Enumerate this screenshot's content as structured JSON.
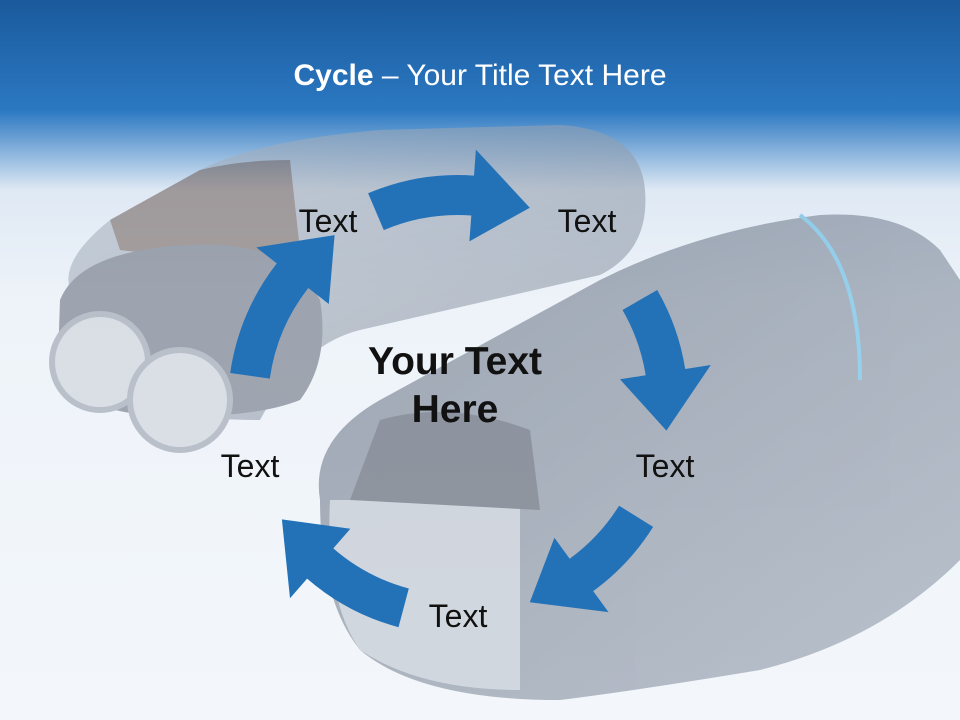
{
  "slide": {
    "title_bold": "Cycle",
    "title_rest": " – Your Title Text Here",
    "center_text": "Your Text Here"
  },
  "cycle": {
    "steps": [
      {
        "label": "Text"
      },
      {
        "label": "Text"
      },
      {
        "label": "Text"
      },
      {
        "label": "Text"
      },
      {
        "label": "Text"
      }
    ],
    "arrow_color": "#2372b8"
  },
  "background": {
    "header_color": "#1f6bb5",
    "art": "electric-shaver-photo"
  }
}
